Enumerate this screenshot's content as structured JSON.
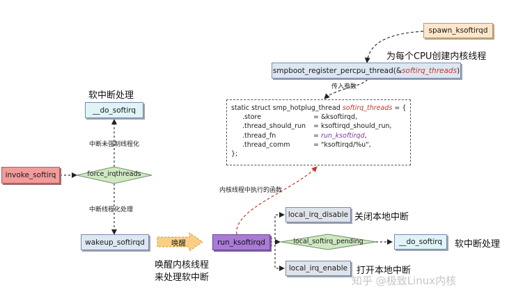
{
  "nodes": {
    "spawn": "spawn_ksoftirqd",
    "register_prefix": "smpboot_register_percpu_thread(&",
    "register_arg": "softirq_threads",
    "register_suffix": ")",
    "do_softirq_top": "__do_softirq",
    "invoke": "invoke_softirq",
    "force": "force_irqthreads",
    "wakeup": "wakeup_softirqd",
    "run": "run_ksoftirqd",
    "local_disable": "local_irq_disable",
    "local_pending": "local_softirq_pending",
    "do_softirq_right": "__do_softirq",
    "local_enable": "local_irq_enable"
  },
  "labels": {
    "create_thread": "为每个CPU创建内核线程",
    "softirq_top": "软中断处理",
    "not_forced": "中断未强制线程化",
    "pass_params": "传入参数",
    "thread_fn_desc": "内核线程中执行的函数",
    "threaded": "中断线程化处理",
    "wake_arrow": "唤醒",
    "wake_desc_1": "唤醒内核线程",
    "wake_desc_2": "来处理软中断",
    "close_irq": "关闭本地中断",
    "softirq_right": "软中断处理",
    "open_irq": "打开本地中断"
  },
  "code": {
    "l1_pre": "static struct smp_hotplug_thread ",
    "l1_var": "softirq_threads",
    "l1_post": " = {",
    "l2_key": ".store",
    "l2_val": "= &ksoftirqd,",
    "l3_key": ".thread_should_run",
    "l3_val": "= ksoftirqd_should_run,",
    "l4_key": ".thread_fn",
    "l4_eq": "= ",
    "l4_val": "run_ksoftirqd",
    "l4_post": ",",
    "l5_key": ".thread_comm",
    "l5_val": "= \"ksoftirqd/%u\",",
    "l6": "};"
  },
  "watermark": "知乎 @极致Linux内核"
}
